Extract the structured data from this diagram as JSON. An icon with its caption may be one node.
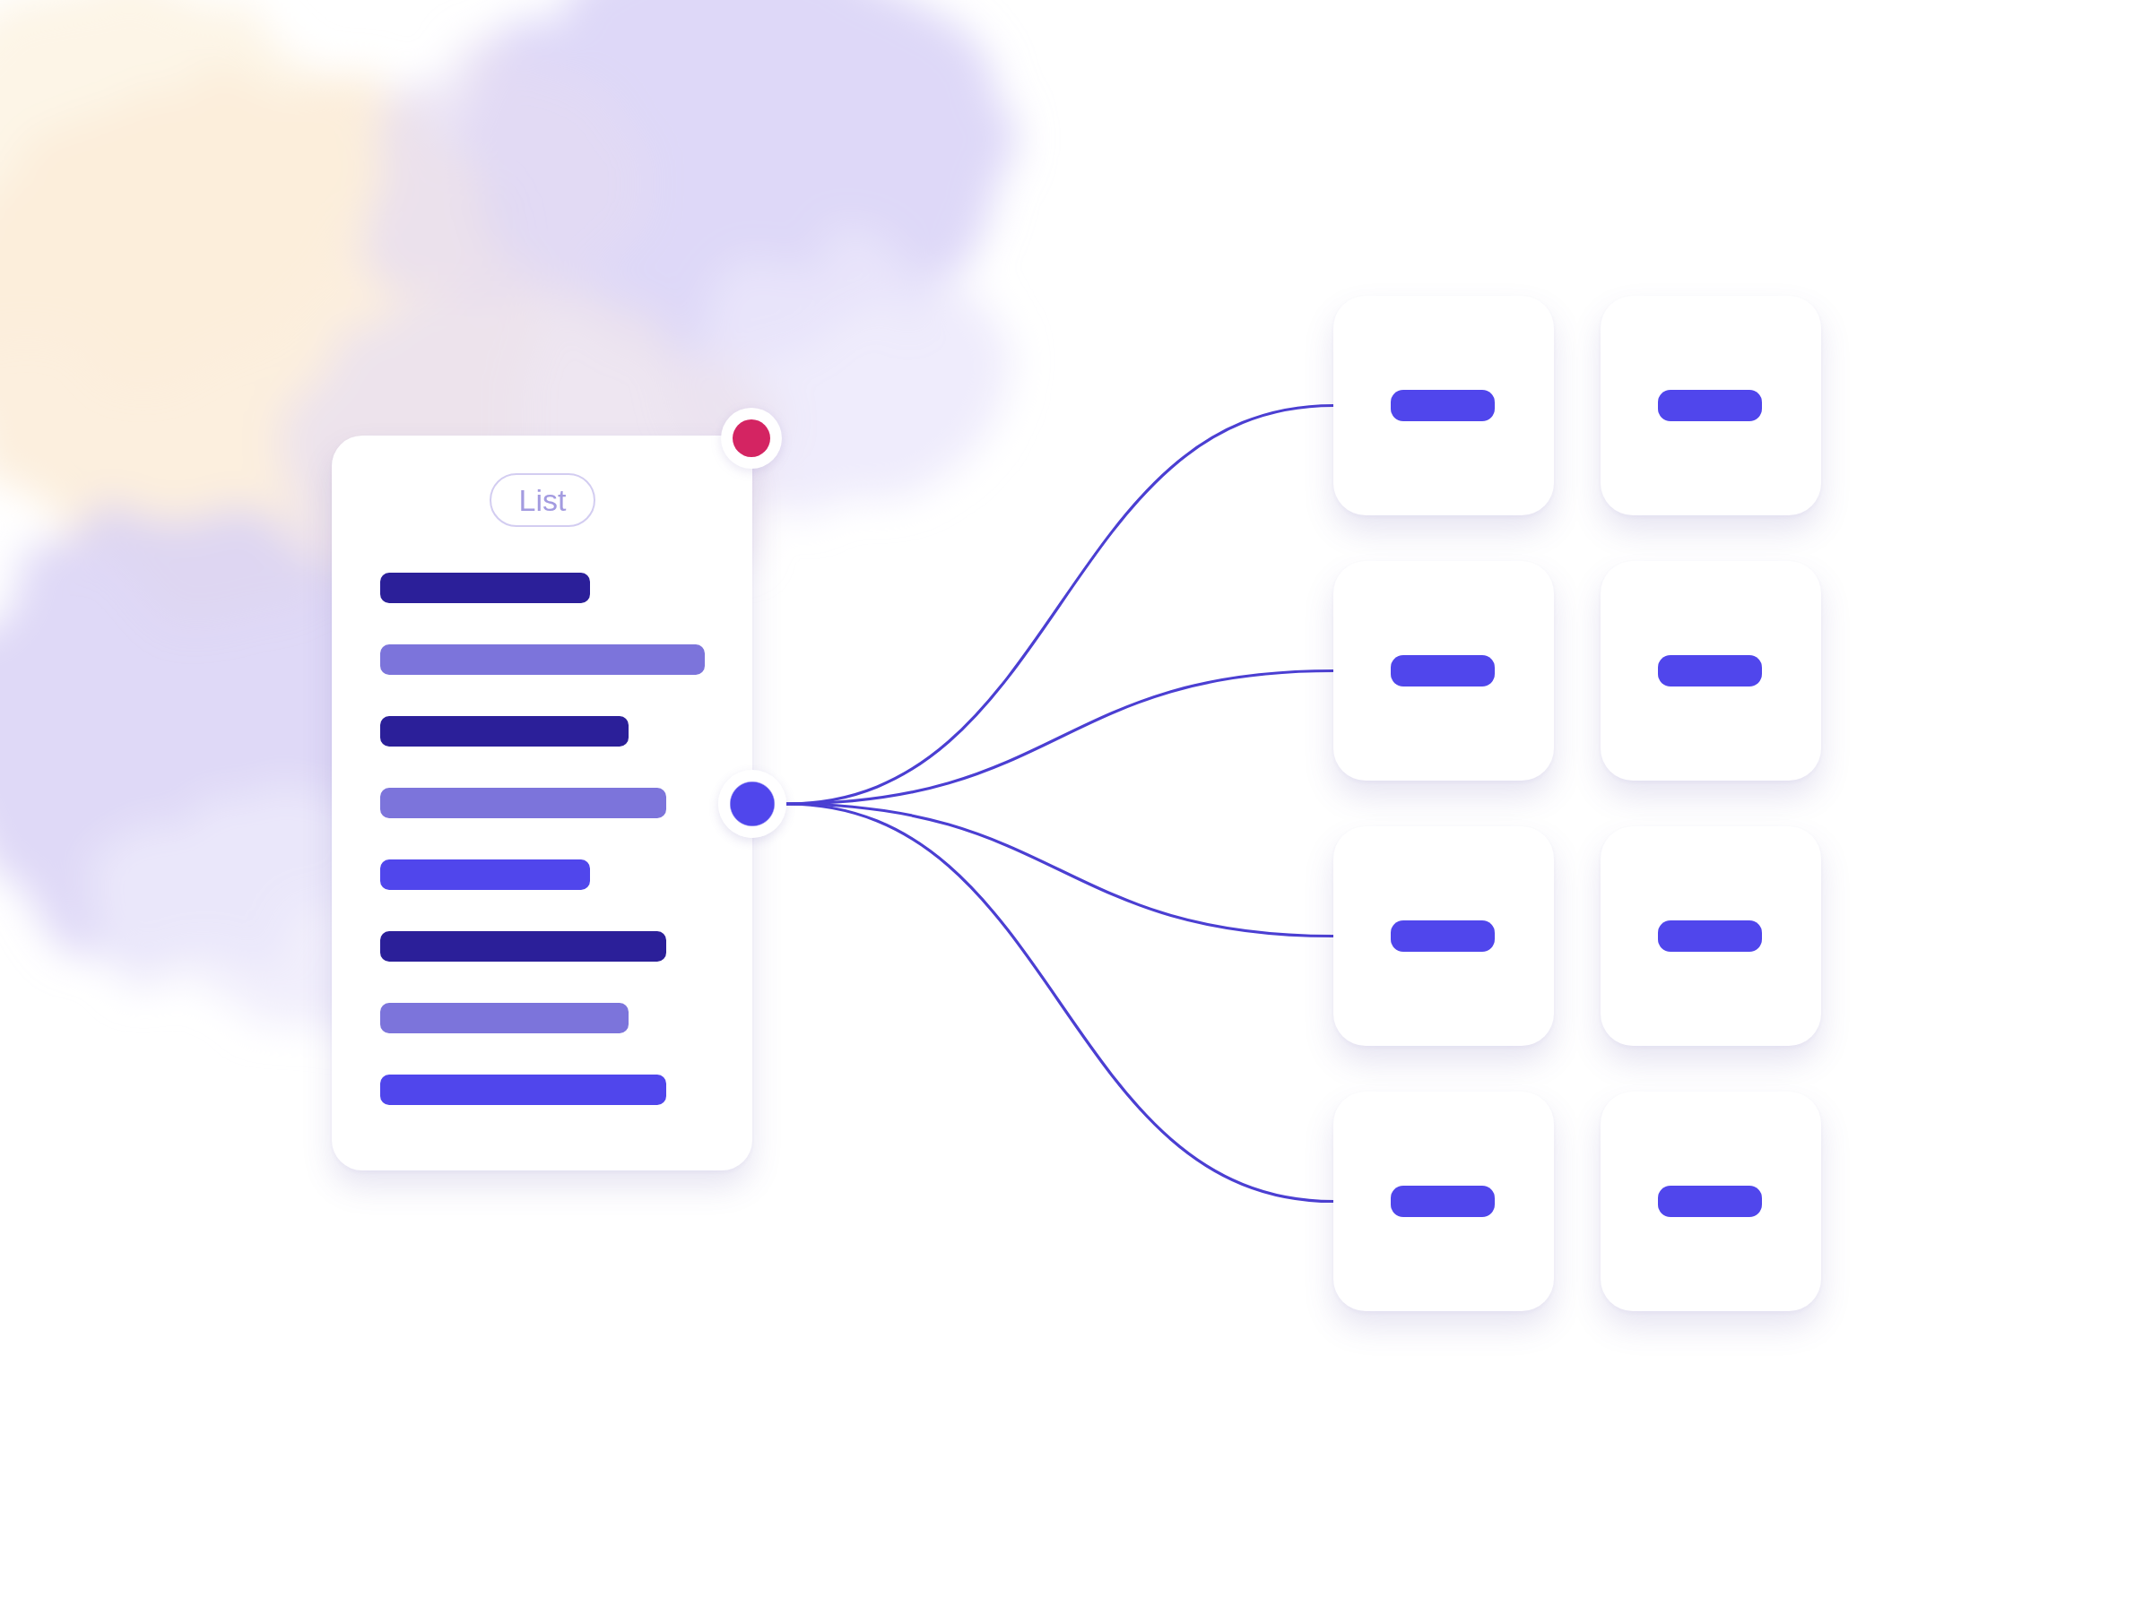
{
  "diagram": {
    "nodes": [
      {
        "text": [],
        "shape": "box"
      },
      {
        "text": [
          "List"
        ],
        "in": 0
      },
      {
        "text": [],
        "shape": "circle"
      },
      {
        "text": [],
        "shape": "box"
      },
      {
        "text": [],
        "shape": "box"
      },
      {
        "text": [],
        "shape": "box"
      },
      {
        "text": [],
        "shape": "box"
      },
      {
        "text": [],
        "shape": "box"
      },
      {
        "text": [],
        "shape": "box"
      },
      {
        "text": [],
        "shape": "box"
      },
      {
        "text": [],
        "shape": "box"
      }
    ],
    "edges": [
      {
        "from": 2,
        "to": 3,
        "arrow": "none"
      },
      {
        "from": 2,
        "to": 5,
        "arrow": "none"
      },
      {
        "from": 2,
        "to": 7,
        "arrow": "none"
      },
      {
        "from": 2,
        "to": 9,
        "arrow": "none"
      }
    ]
  }
}
